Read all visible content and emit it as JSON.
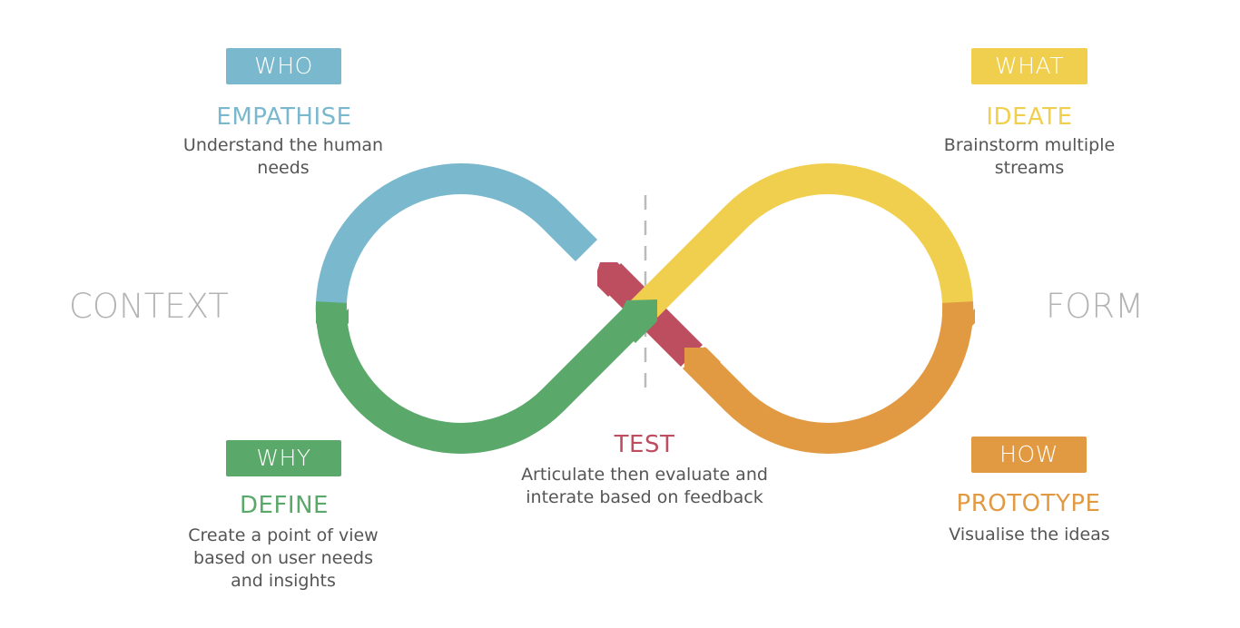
{
  "colors": {
    "who": "#7ab9cd",
    "what": "#f1cf4e",
    "why": "#5aa86a",
    "how": "#e29a42",
    "test": "#bc4e60",
    "side_text": "#b3b3b3",
    "desc_text": "#555555",
    "divider": "#bbbbbb"
  },
  "side_labels": {
    "left": "CONTEXT",
    "right": "FORM"
  },
  "stages": {
    "empathise": {
      "tag": "WHO",
      "title": "EMPATHISE",
      "desc_lines": [
        "Understand the human",
        "needs"
      ]
    },
    "ideate": {
      "tag": "WHAT",
      "title": "IDEATE",
      "desc_lines": [
        "Brainstorm multiple",
        "streams"
      ]
    },
    "define": {
      "tag": "WHY",
      "title": "DEFINE",
      "desc_lines": [
        "Create a point of view",
        "based on user needs",
        "and insights"
      ]
    },
    "prototype": {
      "tag": "HOW",
      "title": "PROTOTYPE",
      "desc_lines": [
        "Visualise the ideas"
      ]
    },
    "test": {
      "title": "TEST",
      "desc_lines": [
        "Articulate then evaluate and",
        "interate based on feedback"
      ]
    }
  }
}
